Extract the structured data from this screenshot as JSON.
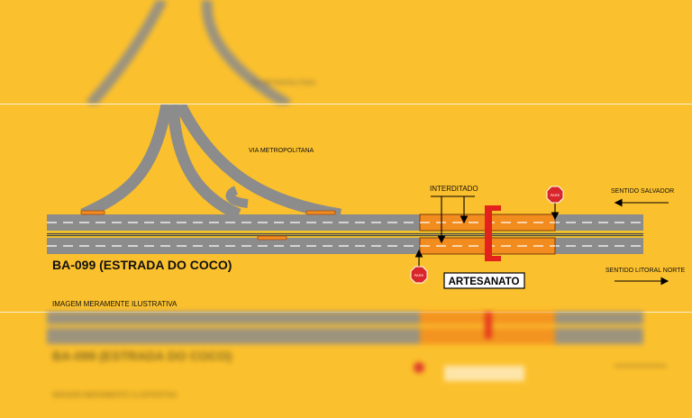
{
  "route": {
    "title": "BA-099 (ESTRADA DO COCO)"
  },
  "labels": {
    "via_metropolitana": "VIA METROPOLITANA",
    "interditado": "INTERDITADO",
    "artesanato": "ARTESANATO",
    "sentido_salvador": "SENTIDO SALVADOR",
    "sentido_litoral_norte": "SENTIDO LITORAL NORTE",
    "disclaimer": "IMAGEM MERAMENTE ILUSTRATIVA",
    "stop_sign": "PARE"
  },
  "colors": {
    "background": "#FBC02D",
    "road": "#8C8C8C",
    "closure": "#F28C1E",
    "structure": "#E3231B",
    "stop": "#D9262B"
  },
  "icons": [
    "stop-sign-icon",
    "arrow-left-icon",
    "arrow-right-icon",
    "arrow-up-icon",
    "arrow-down-icon"
  ]
}
